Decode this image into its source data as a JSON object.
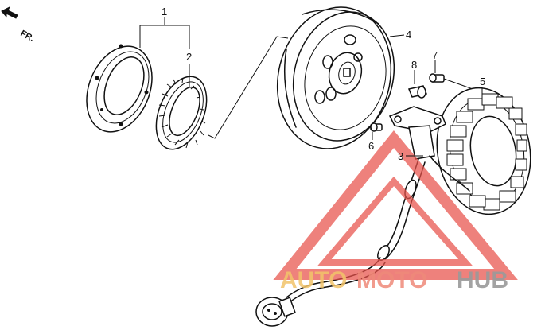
{
  "direction": {
    "arrow_icon": "front-direction-arrow",
    "label": "FR."
  },
  "callouts": [
    {
      "id": "1",
      "label": "1"
    },
    {
      "id": "2",
      "label": "2"
    },
    {
      "id": "3",
      "label": "3"
    },
    {
      "id": "4",
      "label": "4"
    },
    {
      "id": "5",
      "label": "5"
    },
    {
      "id": "6",
      "label": "6"
    },
    {
      "id": "7",
      "label": "7"
    },
    {
      "id": "8",
      "label": "8"
    }
  ],
  "watermark": {
    "part1": "AUTO",
    "part2": "MOTO",
    "part3": "HUB",
    "color_auto": "#f2c46a",
    "color_moto": "#ef8a7a",
    "color_hub": "#9a9a9a",
    "triangle_color": "#e8524a"
  }
}
